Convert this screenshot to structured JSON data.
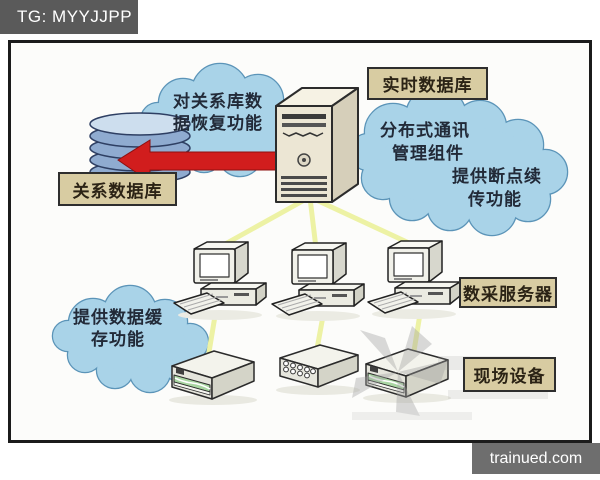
{
  "page": {
    "tag": "TG: MYYJJPP",
    "site": "trainued.com"
  },
  "diagram": {
    "boxes": {
      "realtime": "实时数据库",
      "relational": "关系数据库",
      "daq": "数采服务器",
      "field": "现场设备"
    },
    "clouds": {
      "recovery": {
        "line1": "对关系库数",
        "line2": "据恢复功能"
      },
      "comm": {
        "line1": "分布式通讯",
        "line2": "管理组件",
        "line3": "提供断点续",
        "line4": "传功能"
      },
      "cache": {
        "line1": "提供数据缓",
        "line2": "存功能"
      }
    },
    "colors": {
      "tab_gray": "#5a5a5a",
      "footer_gray": "#6e6e6e",
      "cloud_fill": "#a9d3e8",
      "cloud_stroke": "#5b94b8",
      "label_box_bg": "#d8cca2",
      "label_box_border": "#2e2e2e",
      "arrow_red": "#d11d1d",
      "link_yellow": "#edf2a4",
      "db_blue": "#8fabd0"
    }
  }
}
